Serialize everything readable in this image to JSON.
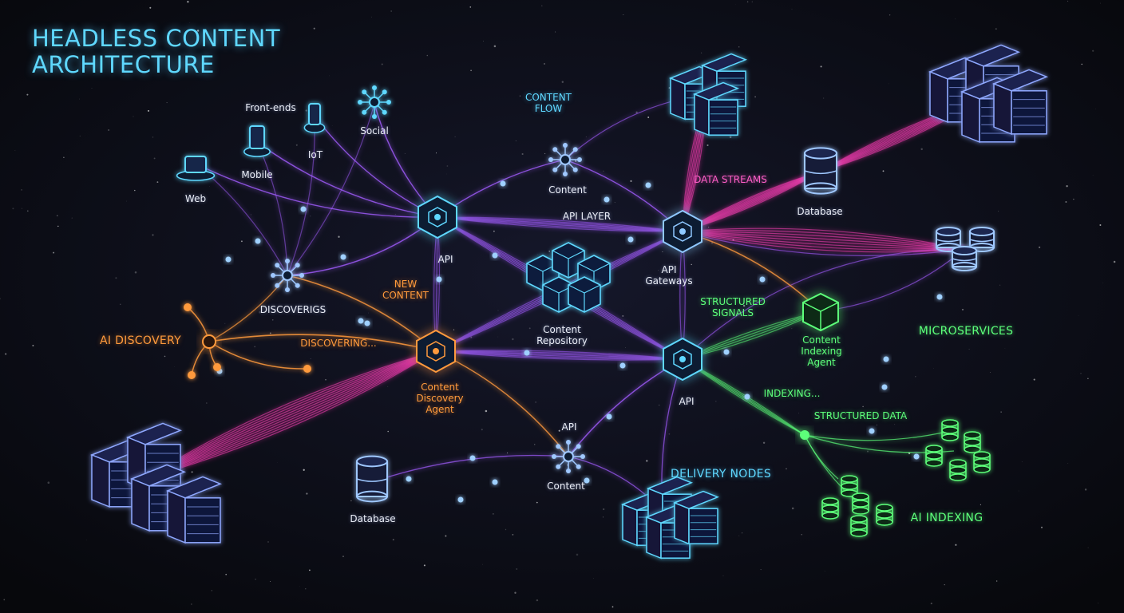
{
  "title": "HEADLESS CONTENT\nARCHITECTURE",
  "colors": {
    "background": "#0b0c12",
    "cyan": "#5fd8ff",
    "purple": "#a35cff",
    "pink": "#ff3fb8",
    "orange": "#ff9a3c",
    "green": "#5dff7a"
  },
  "labels": {
    "front_ends": "Front-ends",
    "web": "Web",
    "mobile": "Mobile",
    "iot": "IoT",
    "social": "Social",
    "content_flow": "CONTENT\nFLOW",
    "content_top": "Content",
    "data_streams": "DATA STREAMS",
    "database_top": "Database",
    "api_layer": "API LAYER",
    "api_left": "API",
    "api_gateways": "API\nGateways",
    "new_content": "NEW\nCONTENT",
    "discoverigs": "DISCOVERIGS",
    "ai_discovery": "AI DISCOVERY",
    "discovering": "DISCOVERING...",
    "content_repository": "Content\nRepository",
    "structured_signals": "STRUCTURED\nSIGNALS",
    "content_indexing_agent": "Content\nIndexing\nAgent",
    "microservices": "MICROSERVICES",
    "api_right": "API",
    "indexing": "INDEXING...",
    "structured_data": "STRUCTURED DATA",
    "content_discovery_agent": "Content\nDiscovery\nAgent",
    "api_bottom": "API",
    "content_bottom": "Content",
    "delivery_nodes": "DELIVERY NODES",
    "database_bottom": "Database",
    "ai_indexing": "AI INDEXING"
  }
}
